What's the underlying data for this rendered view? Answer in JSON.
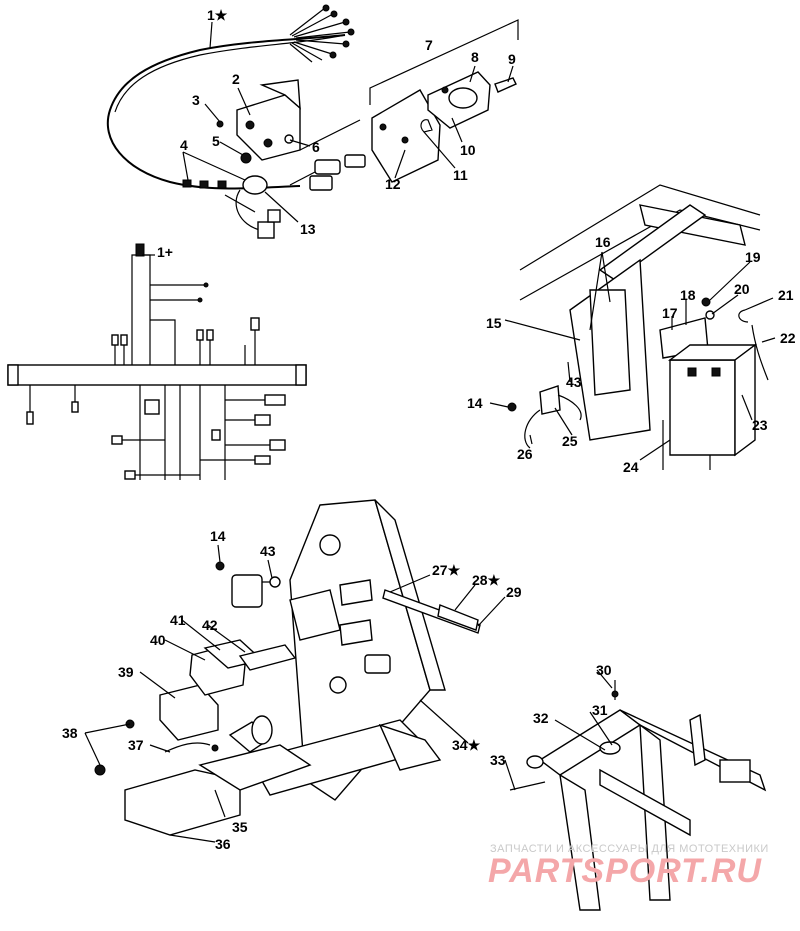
{
  "callouts": {
    "c1a": "1★",
    "c1b": "1+",
    "c2": "2",
    "c3": "3",
    "c4": "4",
    "c5": "5",
    "c6": "6",
    "c7": "7",
    "c8": "8",
    "c9": "9",
    "c10": "10",
    "c11": "11",
    "c12": "12",
    "c13": "13",
    "c14a": "14",
    "c14b": "14",
    "c15": "15",
    "c16": "16",
    "c17": "17",
    "c18": "18",
    "c19": "19",
    "c20": "20",
    "c21": "21",
    "c22": "22",
    "c23": "23",
    "c24": "24",
    "c25": "25",
    "c26": "26",
    "c27": "27★",
    "c28": "28★",
    "c29": "29",
    "c30": "30",
    "c31": "31",
    "c32": "32",
    "c33": "33",
    "c34": "34★",
    "c35": "35",
    "c36": "36",
    "c37": "37",
    "c38": "38",
    "c39": "39",
    "c40": "40",
    "c41": "41",
    "c42": "42",
    "c43a": "43",
    "c43b": "43"
  },
  "watermark": {
    "tagline": "ЗАПЧАСТИ И АКСЕССУАРЫ ДЛЯ МОТОТЕХНИКИ",
    "brand": "PARTSPORT.RU"
  }
}
